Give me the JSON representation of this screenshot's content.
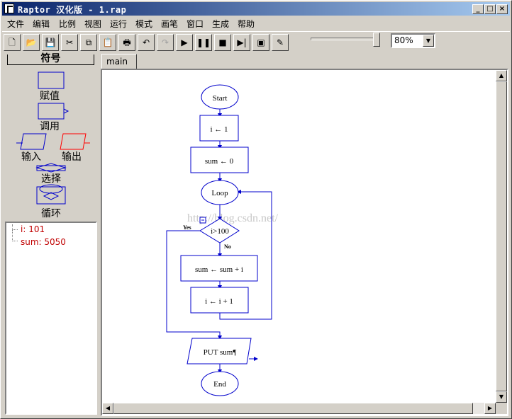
{
  "window": {
    "title": "Raptor 汉化版 - 1.rap",
    "min_glyph": "_",
    "max_glyph": "□",
    "close_glyph": "×"
  },
  "menu": [
    "文件",
    "编辑",
    "比例",
    "视图",
    "运行",
    "模式",
    "画笔",
    "窗口",
    "生成",
    "帮助"
  ],
  "toolbar": {
    "icons": [
      "new-file-icon",
      "open-folder-icon",
      "save-icon",
      "cut-icon",
      "copy-icon",
      "paste-icon",
      "print-icon",
      "undo-icon",
      "redo-icon",
      "play-icon",
      "pause-icon",
      "stop-icon",
      "step-icon",
      "test-icon",
      "pen-icon"
    ],
    "glyphs": [
      "🗋",
      "📂",
      "💾",
      "✂",
      "⧉",
      "📋",
      "🖶",
      "↶",
      "↷",
      "▶",
      "❚❚",
      "■",
      "▶|",
      "▣",
      "✎"
    ],
    "zoom_value": "80%"
  },
  "symbols": {
    "header": "符号",
    "assign": "赋值",
    "call": "调用",
    "input": "输入",
    "output": "输出",
    "select": "选择",
    "loop": "循环"
  },
  "watch": {
    "vars": [
      "i: 101",
      "sum: 5050"
    ]
  },
  "tabs": [
    "main"
  ],
  "flowchart": {
    "start": "Start",
    "assign_i": "i ← 1",
    "assign_sum": "sum ← 0",
    "loop": "Loop",
    "condition": "i>100",
    "yes": "Yes",
    "no": "No",
    "body_sum": "sum ← sum + i",
    "body_i": "i ← i + 1",
    "output": "PUT sum¶",
    "end": "End"
  },
  "watermark": "http://blog.csdn.net/",
  "colors": {
    "flow": "#0000cc",
    "output_symbol": "#ff0000",
    "watch_text": "#c00000",
    "title_start": "#0a246a",
    "title_end": "#a6caf0"
  }
}
